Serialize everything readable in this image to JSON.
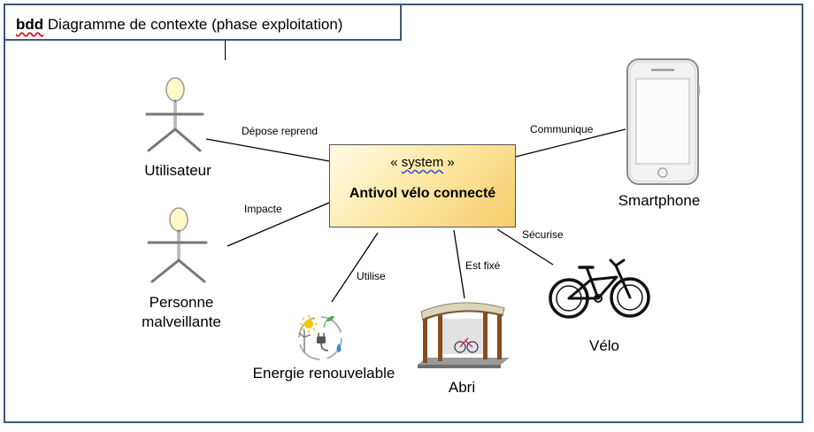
{
  "header": {
    "kind": "bdd",
    "title": "Diagramme de contexte (phase exploitation)"
  },
  "system": {
    "stereotype_open": "« ",
    "stereotype": "system",
    "stereotype_close": " »",
    "name": "Antivol vélo connecté"
  },
  "actors": {
    "utilisateur": "Utilisateur",
    "personne_l1": "Personne",
    "personne_l2": "malveillante",
    "smartphone": "Smartphone",
    "energie": "Energie renouvelable",
    "abri": "Abri",
    "velo": "Vélo"
  },
  "associations": {
    "depose": "Dépose reprend",
    "impacte": "Impacte",
    "communique": "Communique",
    "utilise": "Utilise",
    "fixe": "Est fixé",
    "securise": "Sécurise"
  },
  "colors": {
    "frame": "#3b5a78",
    "actor_head": "#fffbc8",
    "system_fill": "#fde9a8",
    "wavy_red": "#d01020",
    "wavy_blue": "#3050d0"
  }
}
